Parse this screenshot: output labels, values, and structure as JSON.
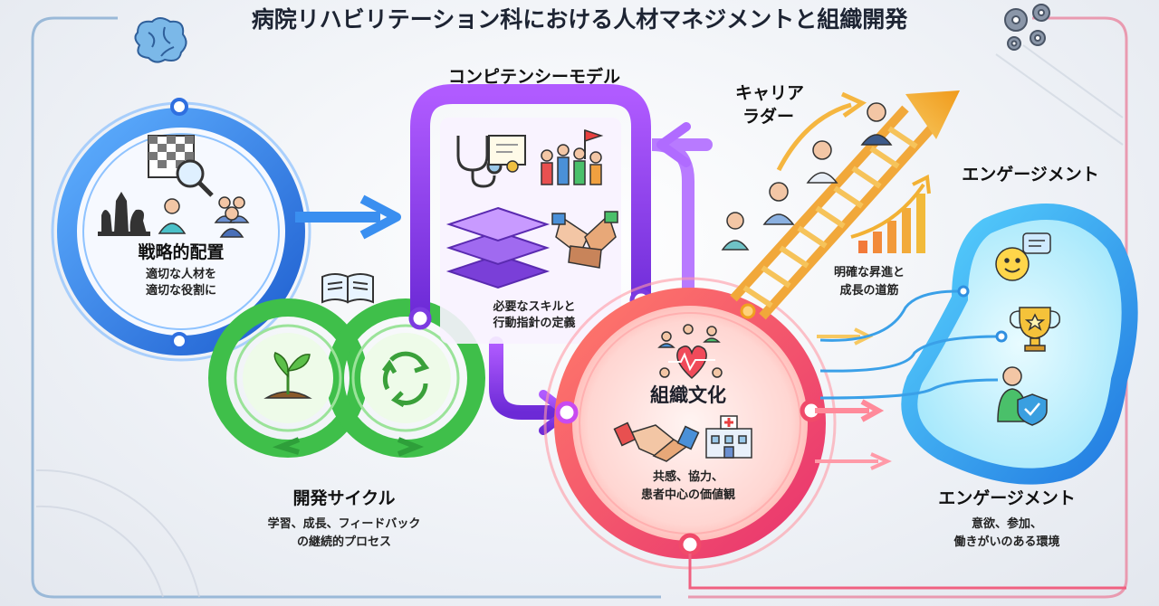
{
  "title": "病院リハビリテーション科における人材マネジメントと組織開発",
  "sections": {
    "strategic": {
      "title": "戦略的配置",
      "line1": "適切な人材を",
      "line2": "適切な役割に"
    },
    "development": {
      "title": "開発サイクル",
      "line1": "学習、成長、フィードバック",
      "line2": "の継続的プロセス"
    },
    "competency": {
      "title": "コンピテンシーモデル",
      "line1": "必要なスキルと",
      "line2": "行動指針の定義"
    },
    "culture": {
      "title": "組織文化",
      "line1": "共感、協力、",
      "line2": "患者中心の価値観"
    },
    "career": {
      "title_line1": "キャリア",
      "title_line2": "ラダー",
      "line1": "明確な昇進と",
      "line2": "成長の道筋"
    },
    "engagement_top": {
      "title": "エンゲージメント"
    },
    "engagement": {
      "title": "エンゲージメント",
      "line1": "意欲、参加、",
      "line2": "働きがいのある環境"
    }
  },
  "colors": {
    "blue": "#2f7fe0",
    "green": "#3fbf4a",
    "purple": "#8a3fe0",
    "red": "#f0506a",
    "cyan": "#2fb8e8",
    "gold": "#f2b134"
  },
  "icons": [
    "brain-icon",
    "gear-icon",
    "chess-icon",
    "magnifier-icon",
    "people-icon",
    "book-icon",
    "sprout-icon",
    "recycle-icon",
    "stethoscope-icon",
    "certificate-icon",
    "team-flag-icon",
    "layers-icon",
    "hands-icon",
    "heart-network-icon",
    "handshake-icon",
    "hospital-icon",
    "ladder-icon",
    "growth-chart-icon",
    "smile-chat-icon",
    "trophy-icon",
    "shield-person-icon"
  ]
}
